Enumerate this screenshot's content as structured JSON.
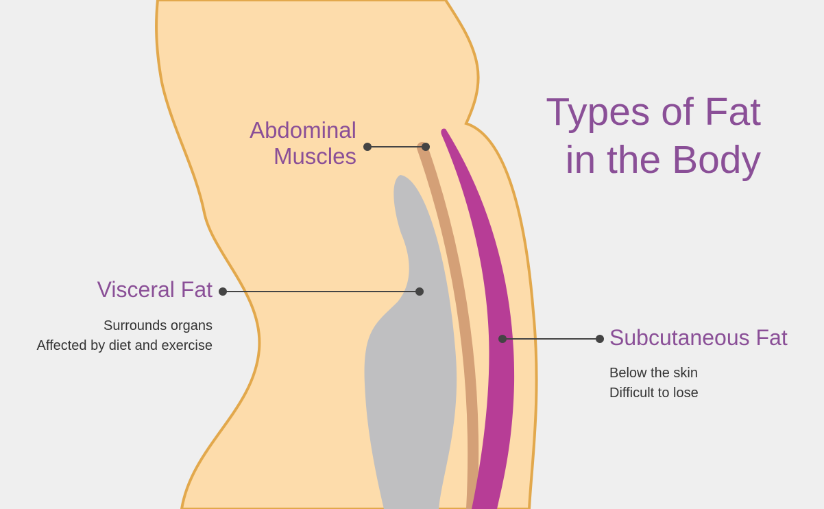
{
  "title": {
    "line1": "Types of Fat",
    "line2": "in the Body"
  },
  "labels": {
    "muscles": {
      "line1": "Abdominal",
      "line2": "Muscles"
    },
    "visceral": {
      "name": "Visceral Fat",
      "desc": [
        "Surrounds organs",
        "Affected by diet and exercise"
      ]
    },
    "subcutaneous": {
      "name": "Subcutaneous Fat",
      "desc": [
        "Below the skin",
        "Difficult to lose"
      ]
    }
  },
  "colors": {
    "background": "#efefef",
    "body_fill": "#fddcab",
    "body_outline": "#e2a84c",
    "muscle": "#d4a077",
    "visceral": "#bfbfc1",
    "subcutaneous": "#b73d96",
    "accent_text": "#8a4f97",
    "leader_line": "#444444"
  }
}
